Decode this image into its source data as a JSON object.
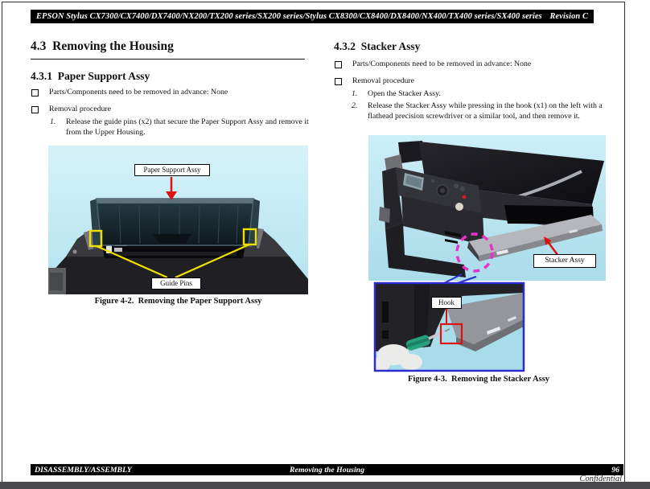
{
  "page_header": {
    "models": "EPSON Stylus CX7300/CX7400/DX7400/NX200/TX200 series/SX200 series/Stylus CX8300/CX8400/DX8400/NX400/TX400 series/SX400 series",
    "revision": "Revision C"
  },
  "section_heading": "4.3  Removing the Housing",
  "left": {
    "heading": "4.3.1  Paper Support Assy",
    "checklist": [
      "Parts/Components need to be removed in advance: None",
      "Removal procedure"
    ],
    "steps": [
      {
        "num": "1.",
        "text": "Release the guide pins (x2) that secure the Paper Support Assy and remove it from the Upper Housing."
      }
    ],
    "figure": {
      "labels": {
        "paper_support": "Paper Support Assy",
        "guide_pins": "Guide Pins"
      },
      "caption": "Figure 4-2.  Removing the Paper Support Assy"
    }
  },
  "right": {
    "heading": "4.3.2  Stacker Assy",
    "checklist": [
      "Parts/Components need to be removed in advance: None",
      "Removal procedure"
    ],
    "steps": [
      {
        "num": "1.",
        "text": "Open the Stacker Assy."
      },
      {
        "num": "2.",
        "text": "Release the Stacker Assy while pressing in the hook (x1) on the left with a flathead precision screwdriver or a similar tool, and then remove it."
      }
    ],
    "figure": {
      "labels": {
        "stacker": "Stacker Assy",
        "hook": "Hook"
      },
      "caption": "Figure 4-3.  Removing the Stacker Assy"
    }
  },
  "page_footer": {
    "left": "DISASSEMBLY/ASSEMBLY",
    "center": "Removing the Housing",
    "page_number": "96",
    "confidential": "Confidential"
  },
  "colors": {
    "annotation_yellow": "#f0e000",
    "annotation_red": "#dd1111",
    "annotation_magenta": "#e633cc",
    "inset_border_blue": "#2b2bcf",
    "photo_bg": "#bfe9f3",
    "viewer_band": "#48484b"
  }
}
